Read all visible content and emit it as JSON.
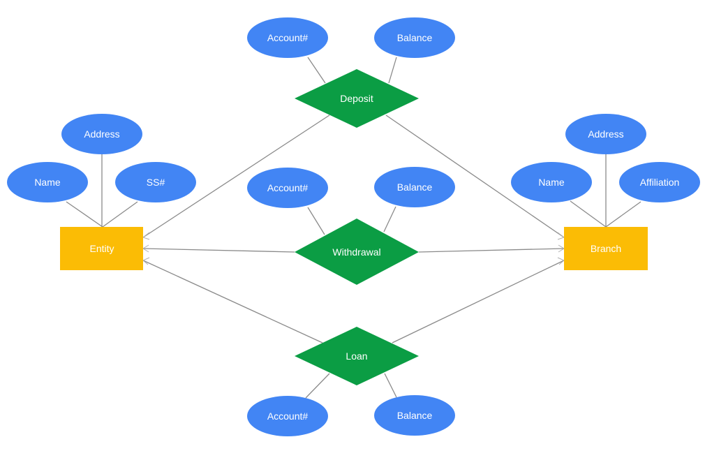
{
  "colors": {
    "attribute": "#4285f4",
    "relationship": "#0b9d44",
    "entity": "#fbbc05",
    "connector": "#8a8a8a",
    "label": "#ffffff"
  },
  "entities": {
    "entity": {
      "label": "Entity"
    },
    "branch": {
      "label": "Branch"
    }
  },
  "relationships": {
    "deposit": {
      "label": "Deposit"
    },
    "withdrawal": {
      "label": "Withdrawal"
    },
    "loan": {
      "label": "Loan"
    }
  },
  "attributes": {
    "entity_name": "Name",
    "entity_address": "Address",
    "entity_ssn": "SS#",
    "branch_name": "Name",
    "branch_address": "Address",
    "branch_affiliation": "Affiliation",
    "deposit_account": "Account#",
    "deposit_balance": "Balance",
    "withdrawal_account": "Account#",
    "withdrawal_balance": "Balance",
    "loan_account": "Account#",
    "loan_balance": "Balance"
  }
}
